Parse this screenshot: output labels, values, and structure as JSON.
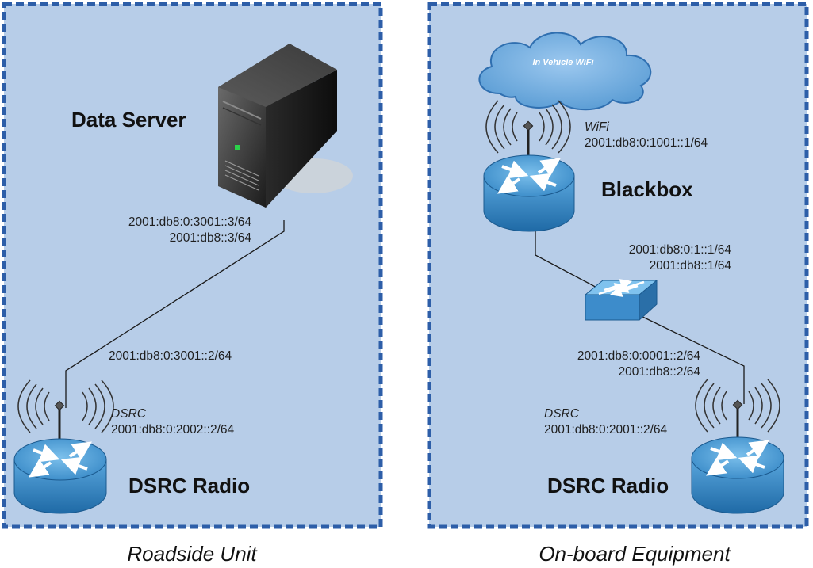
{
  "left_panel": {
    "caption": "Roadside Unit",
    "server": {
      "label": "Data Server",
      "addr1": "2001:db8:0:3001::3/64",
      "addr2": "2001:db8::3/64"
    },
    "radio": {
      "label": "DSRC Radio",
      "link_addr": "2001:db8:0:3001::2/64",
      "iface": "DSRC",
      "iface_addr": "2001:db8:0:2002::2/64"
    }
  },
  "right_panel": {
    "caption": "On-board Equipment",
    "cloud": "In Vehicle WiFi",
    "blackbox": {
      "label": "Blackbox",
      "iface": "WiFi",
      "iface_addr": "2001:db8:0:1001::1/64",
      "addr1": "2001:db8:0:1::1/64",
      "addr2": "2001:db8::1/64"
    },
    "radio": {
      "label": "DSRC Radio",
      "addr1": "2001:db8:0:0001::2/64",
      "addr2": "2001:db8::2/64",
      "iface": "DSRC",
      "iface_addr": "2001:db8:0:2001::2/64"
    }
  },
  "colors": {
    "panel_fill": "#b7cde8",
    "panel_border": "#2d5ea8",
    "router_blue": "#3e8ec8"
  }
}
